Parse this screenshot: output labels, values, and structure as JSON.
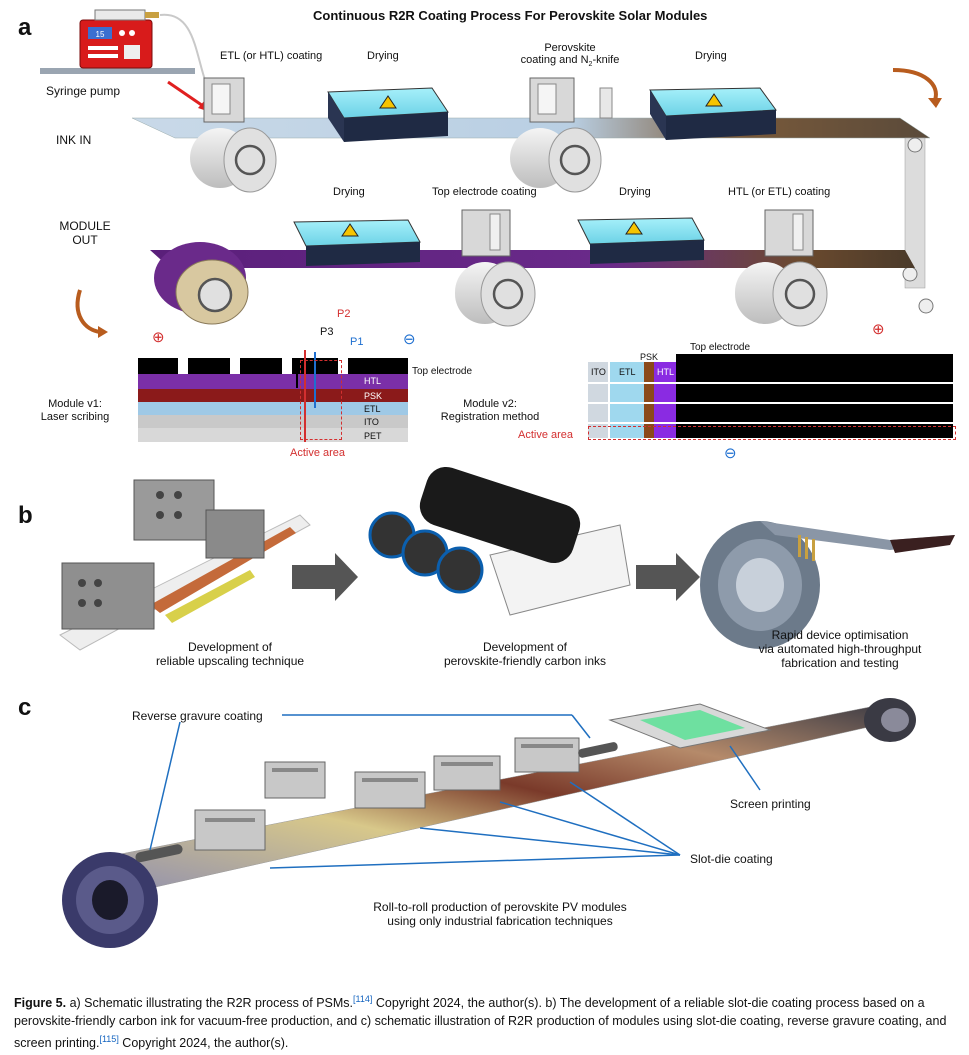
{
  "panel_a": {
    "letter": "a",
    "title": "Continuous R2R Coating Process For Perovskite Solar Modules",
    "labels": {
      "syringe_pump": "Syringe pump",
      "ink_in": "INK IN",
      "etl_coating": "ETL (or HTL) coating",
      "drying": "Drying",
      "perovskite_line1": "Perovskite",
      "perovskite_line2": "coating and N",
      "perovskite_sub": "2",
      "perovskite_end": "-knife",
      "module_out_1": "MODULE",
      "module_out_2": "OUT",
      "top_electrode_coating": "Top electrode coating",
      "htl_coating": "HTL (or ETL) coating",
      "pump_display": "15"
    },
    "module_v1": {
      "title_1": "Module v1:",
      "title_2": "Laser scribing",
      "p1": "P1",
      "p2": "P2",
      "p3": "P3",
      "plus": "⊕",
      "minus": "⊖",
      "top_electrode": "Top electrode",
      "layers": [
        "HTL",
        "PSK",
        "ETL",
        "ITO",
        "PET"
      ],
      "active_area": "Active area"
    },
    "module_v2": {
      "title_1": "Module v2:",
      "title_2": "Registration method",
      "ito": "ITO",
      "etl": "ETL",
      "psk": "PSK",
      "htl": "HTL",
      "top_electrode": "Top electrode",
      "active_area": "Active area",
      "plus": "⊕",
      "minus": "⊖"
    }
  },
  "panel_b": {
    "letter": "b",
    "caption_1": [
      "Development of",
      "reliable upscaling technique"
    ],
    "caption_2": [
      "Development of",
      "perovskite-friendly carbon inks"
    ],
    "caption_3": [
      "Rapid device optimisation",
      "via automated high-throughput",
      "fabrication and testing"
    ]
  },
  "panel_c": {
    "letter": "c",
    "reverse_gravure": "Reverse gravure coating",
    "screen_printing": "Screen printing",
    "slot_die": "Slot-die coating",
    "caption": [
      "Roll-to-roll production of perovskite PV modules",
      "using only industrial fabrication techniques"
    ]
  },
  "figure_caption": {
    "label": "Figure 5.",
    "part1": " a) Schematic illustrating the R2R process of PSMs.",
    "ref1": "[114]",
    "part2": " Copyright 2024, the author(s). b) The development of a reliable slot-die coating process based on a perovskite-friendly carbon ink for vacuum-free production, and c) schematic illustration of R2R production of modules using slot-die coating, reverse gravure coating, and screen printing.",
    "ref2": "[115]",
    "part3": " Copyright 2024, the author(s)."
  },
  "colors": {
    "htl": "#7b2fa8",
    "psk": "#8b1a1a",
    "etl": "#9fc9e6",
    "ito": "#c9c9c9",
    "pet": "#d8d8d8",
    "active_red": "#d32f2f",
    "p1_blue": "#1e6fd0",
    "arrow_orange": "#b85c1e",
    "dryer_top": "#8fe3f0",
    "web_purple": "#6a2a8a",
    "web_brown": "#6b4a2e"
  }
}
